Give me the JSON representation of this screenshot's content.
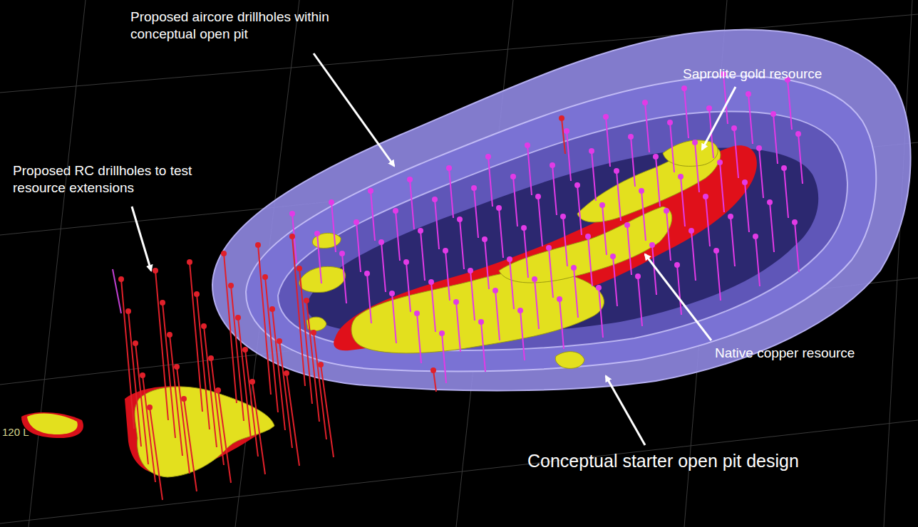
{
  "diagram": {
    "labels": [
      "Proposed aircore drillholes within conceptual open pit",
      "Saprolite gold resource",
      "Proposed RC drillholes to test resource extensions",
      "Native copper resource",
      "Conceptual starter open pit design",
      "120 L"
    ]
  }
}
